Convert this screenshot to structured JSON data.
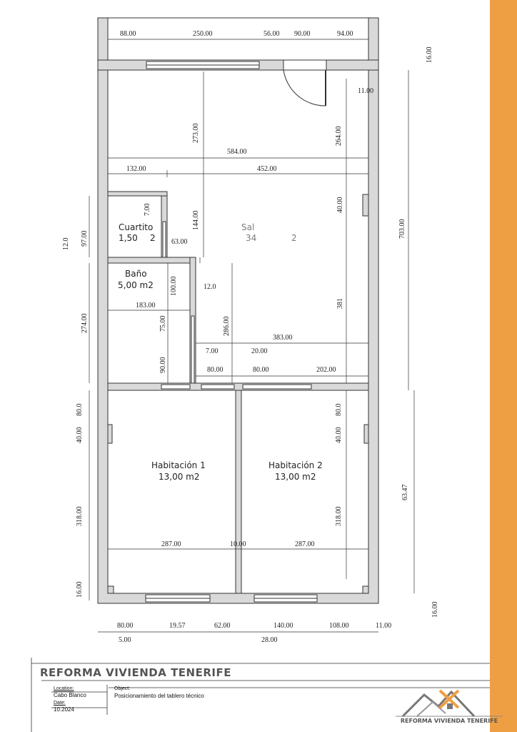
{
  "rooms": {
    "salon": {
      "name": "Sal",
      "area": "34",
      "area_suffix": "2"
    },
    "cuartito": {
      "name": "Cuartito",
      "area": "1,50",
      "area_suffix": "2"
    },
    "bano": {
      "name": "Baño",
      "area": "5,00 m2"
    },
    "hab1": {
      "name": "Habitación 1",
      "area": "13,00 m2"
    },
    "hab2": {
      "name": "Habitación 2",
      "area": "13,00 m2"
    }
  },
  "dimensions": {
    "top": [
      "88.00",
      "250.00",
      "56.00",
      "90.00",
      "94.00"
    ],
    "right_16": "16.00",
    "d11_top": "11.00",
    "d264": "264.00",
    "d584": "584.00",
    "d132": "132.00",
    "d452": "452.00",
    "d273": "273.00",
    "d703": "703.00",
    "d40_r": "40.00",
    "d7_left": "7.00",
    "d144": "144.00",
    "d63": "63.00",
    "d97": "97.00",
    "d12_left": "12.0",
    "d12_bano": "12.0",
    "d100": "100.00",
    "d183": "183.00",
    "d286": "286.00",
    "d75": "75.00",
    "d274": "274.00",
    "d381": "381",
    "d383": "383.00",
    "d7_mid": "7.00",
    "d20": "20.00",
    "d80_a": "80.00",
    "d80_b": "80.00",
    "d202": "202.00",
    "d90": "90.00",
    "d80_l": "80.0",
    "d80_r": "80.0",
    "d40_l2": "40.00",
    "d40_r2": "40.00",
    "d318_l": "318.00",
    "d318_r": "318.00",
    "d287_a": "287.00",
    "d10": "10.00",
    "d287_b": "287.00",
    "d363": "63.47",
    "d16_l": "16.00",
    "d16_r": "16.00",
    "bottom": [
      "80.00",
      "19.57",
      "62.00",
      "140.00",
      "108.00"
    ],
    "d11_bottom": "11.00",
    "d5": "5.00",
    "d28": "28.00"
  },
  "title_block": {
    "company": "REFORMA VIVIENDA TENERIFE",
    "location_label": "Location:",
    "location": "Cabo Blanco",
    "date_label": "Date:",
    "date": "10.2024",
    "object_label": "Object:",
    "object": "Posicionamiento del tablero técnico",
    "logo_text": "REFORMA VIVIENDA TENERIFE"
  },
  "colors": {
    "accent": "#ef9f43",
    "wall": "#d9d9d9",
    "wall_stroke": "#333333"
  }
}
